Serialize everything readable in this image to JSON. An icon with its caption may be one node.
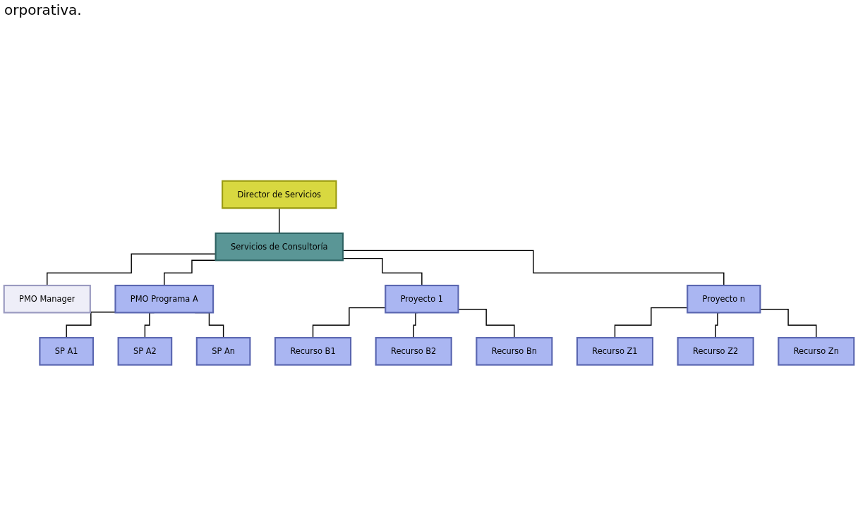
{
  "diagram": {
    "nodes": [
      {
        "text": [
          "Director de Servicios"
        ]
      },
      {
        "text": [
          "Servicios de Consultoría"
        ]
      },
      {
        "text": [
          "PMO Manager"
        ]
      },
      {
        "text": [
          "PMO Programa A"
        ]
      },
      {
        "text": [
          "Proyecto 1"
        ]
      },
      {
        "text": [
          "Proyecto n"
        ]
      },
      {
        "text": [
          "SP A1"
        ]
      },
      {
        "text": [
          "SP A2"
        ]
      },
      {
        "text": [
          "SP An"
        ]
      },
      {
        "text": [
          "Recurso B1"
        ]
      },
      {
        "text": [
          "Recurso B2"
        ]
      },
      {
        "text": [
          "Recurso Bn"
        ]
      },
      {
        "text": [
          "Recurso Z1"
        ]
      },
      {
        "text": [
          "Recurso Z2"
        ]
      },
      {
        "text": [
          "Recurso Zn"
        ]
      }
    ],
    "edges": [
      {
        "from": 0,
        "to": 1,
        "arrow": "none"
      },
      {
        "from": 1,
        "to": 2,
        "arrow": "none"
      },
      {
        "from": 1,
        "to": 3,
        "arrow": "none"
      },
      {
        "from": 1,
        "to": 4,
        "arrow": "none"
      },
      {
        "from": 1,
        "to": 5,
        "arrow": "none"
      },
      {
        "from": 3,
        "to": 6,
        "arrow": "none"
      },
      {
        "from": 3,
        "to": 7,
        "arrow": "none"
      },
      {
        "from": 3,
        "to": 8,
        "arrow": "none"
      },
      {
        "from": 4,
        "to": 9,
        "arrow": "none"
      },
      {
        "from": 4,
        "to": 10,
        "arrow": "none"
      },
      {
        "from": 4,
        "to": 11,
        "arrow": "none"
      },
      {
        "from": 5,
        "to": 12,
        "arrow": "none"
      },
      {
        "from": 5,
        "to": 13,
        "arrow": "none"
      },
      {
        "from": 5,
        "to": 14,
        "arrow": "none"
      }
    ],
    "labels": [
      "orporativa."
    ]
  }
}
